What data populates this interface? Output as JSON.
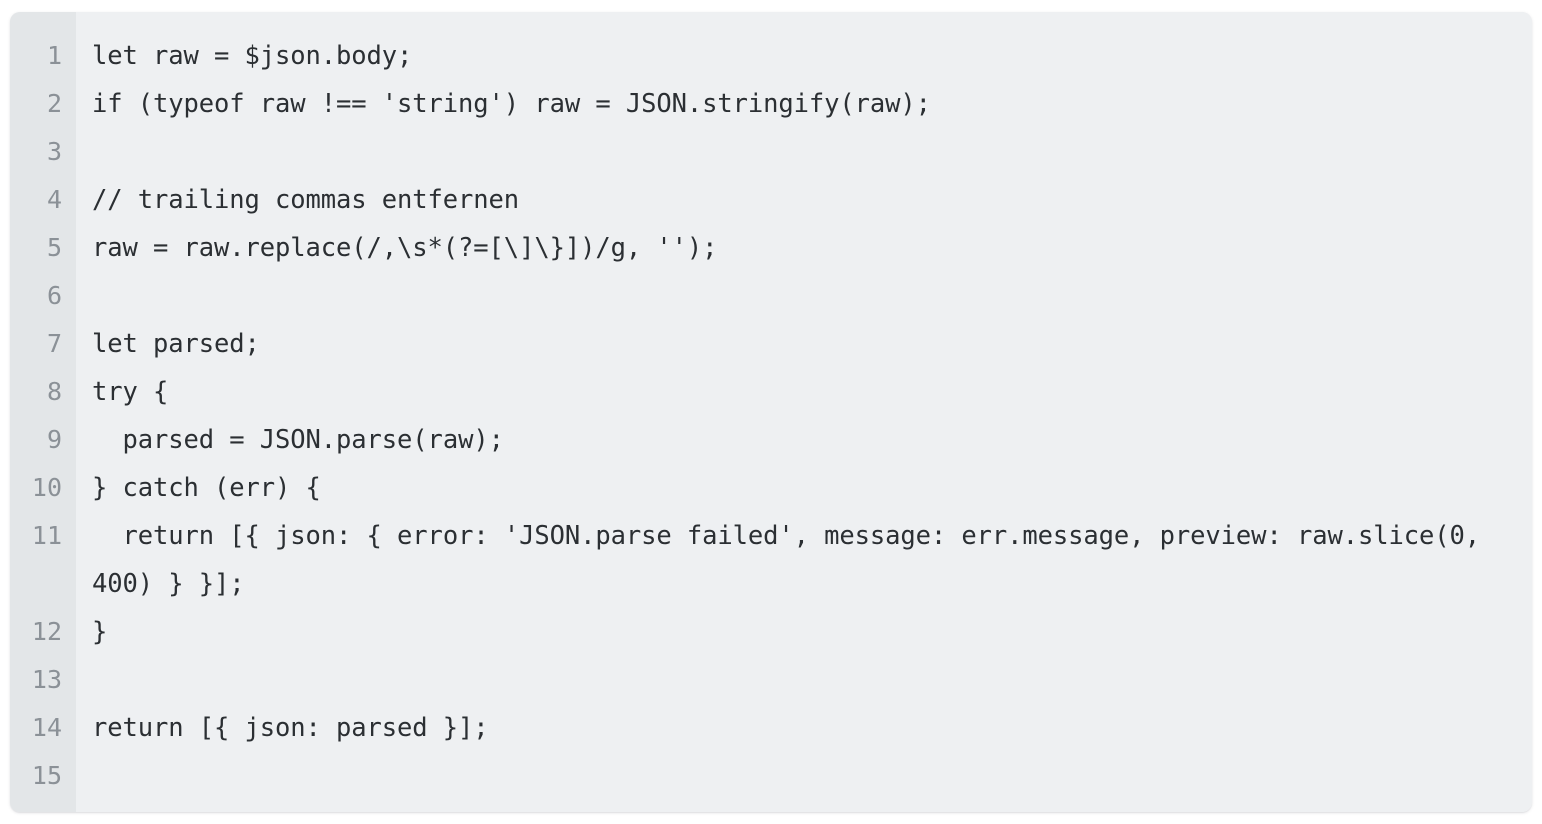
{
  "editor": {
    "language": "javascript",
    "theme": "light-monochrome",
    "colors": {
      "panel_background": "#eef0f2",
      "gutter_background": "#e3e6e8",
      "code_text": "#2b2f33",
      "line_number_text": "#8b9197",
      "page_background": "#ffffff"
    },
    "total_lines": 15,
    "lines": [
      {
        "number": "1",
        "text": "let raw = $json.body;",
        "wrapped": false
      },
      {
        "number": "2",
        "text": "if (typeof raw !== 'string') raw = JSON.stringify(raw);",
        "wrapped": false
      },
      {
        "number": "3",
        "text": "",
        "wrapped": false
      },
      {
        "number": "4",
        "text": "// trailing commas entfernen",
        "wrapped": false
      },
      {
        "number": "5",
        "text": "raw = raw.replace(/,\\s*(?=[\\]\\}])/g, '');",
        "wrapped": false
      },
      {
        "number": "6",
        "text": "",
        "wrapped": false
      },
      {
        "number": "7",
        "text": "let parsed;",
        "wrapped": false
      },
      {
        "number": "8",
        "text": "try {",
        "wrapped": false
      },
      {
        "number": "9",
        "text": "  parsed = JSON.parse(raw);",
        "wrapped": false
      },
      {
        "number": "10",
        "text": "} catch (err) {",
        "wrapped": false
      },
      {
        "number": "11",
        "text": "  return [{ json: { error: 'JSON.parse failed', message: err.message, preview: raw.slice(0, 400) } }];",
        "wrapped": true
      },
      {
        "number": "12",
        "text": "}",
        "wrapped": false
      },
      {
        "number": "13",
        "text": "",
        "wrapped": false
      },
      {
        "number": "14",
        "text": "return [{ json: parsed }];",
        "wrapped": false
      },
      {
        "number": "15",
        "text": "",
        "wrapped": false
      }
    ]
  }
}
